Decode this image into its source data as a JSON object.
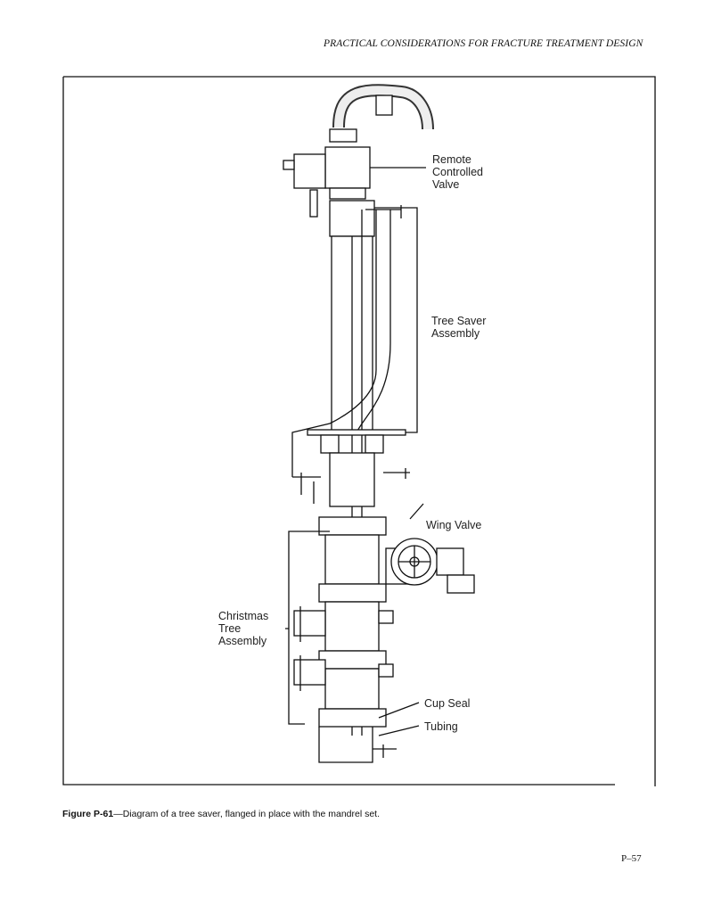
{
  "header": {
    "running_title": "PRACTICAL CONSIDERATIONS FOR FRACTURE TREATMENT DESIGN"
  },
  "figure": {
    "labels": {
      "remote_valve": [
        "Remote",
        "Controlled",
        "Valve"
      ],
      "tree_saver": [
        "Tree Saver",
        "Assembly"
      ],
      "wing_valve": "Wing Valve",
      "christmas_tree": [
        "Christmas",
        "Tree",
        "Assembly"
      ],
      "cup_seal": "Cup Seal",
      "tubing": "Tubing"
    }
  },
  "caption": {
    "number": "Figure P-61",
    "text": "—Diagram of a tree saver, flanged in place with the mandrel set."
  },
  "footer": {
    "page_number": "P–57"
  }
}
